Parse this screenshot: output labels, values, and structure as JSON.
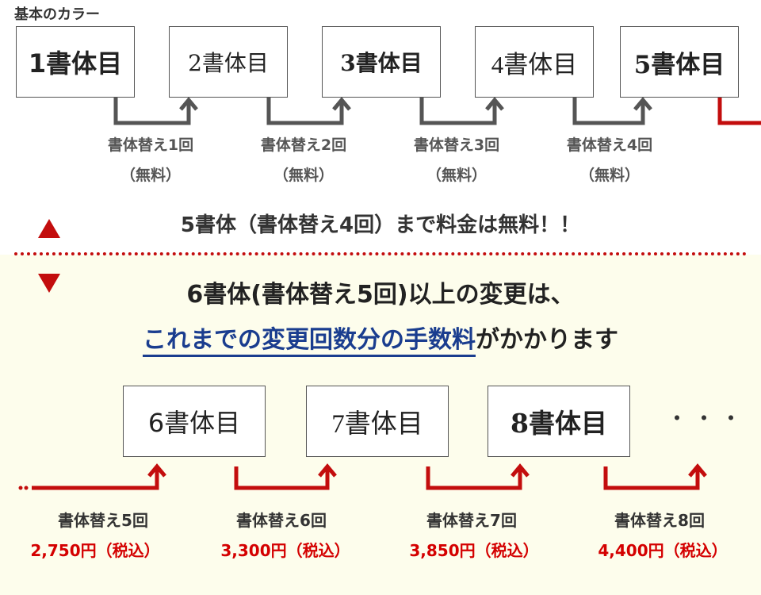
{
  "section_label": "基本のカラー",
  "free_boxes": [
    {
      "text": "1書体目"
    },
    {
      "text": "2書体目"
    },
    {
      "text": "3書体目"
    },
    {
      "text": "4書体目"
    },
    {
      "text": "5書体目"
    }
  ],
  "free_changes": [
    {
      "label": "書体替え1回",
      "price": "（無料）"
    },
    {
      "label": "書体替え2回",
      "price": "（無料）"
    },
    {
      "label": "書体替え3回",
      "price": "（無料）"
    },
    {
      "label": "書体替え4回",
      "price": "（無料）"
    }
  ],
  "free_message": "5書体（書体替え4回）まで料金は無料！！",
  "warning": {
    "line1": "6書体(書体替え5回)以上の変更は、",
    "highlight": "これまでの変更回数分の手数料",
    "suffix": "がかかります"
  },
  "paid_boxes": [
    {
      "text": "6書体目"
    },
    {
      "text": "7書体目"
    },
    {
      "text": "8書体目"
    }
  ],
  "more": "・・・",
  "paid_changes": [
    {
      "label": "書体替え5回",
      "price": "2,750円（税込）"
    },
    {
      "label": "書体替え6回",
      "price": "3,300円（税込）"
    },
    {
      "label": "書体替え7回",
      "price": "3,850円（税込）"
    },
    {
      "label": "書体替え8回",
      "price": "4,400円（税込）"
    }
  ],
  "colors": {
    "red": "#c30d0d",
    "gray": "#555555",
    "blue": "#1a3d8f",
    "price_red": "#d40000",
    "bg_lower": "#fdfdec"
  }
}
